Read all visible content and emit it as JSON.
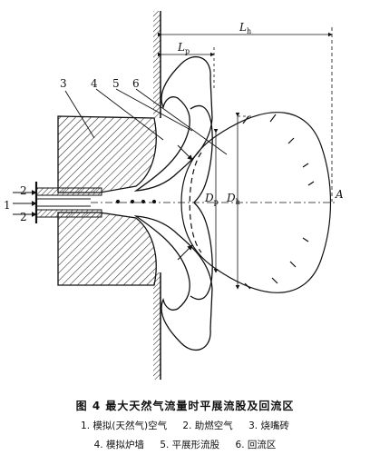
{
  "labels": {
    "n1": "1",
    "n2a": "2",
    "n2b": "2",
    "n3": "3",
    "n4": "4",
    "n5": "5",
    "n6": "6",
    "Lh": "L",
    "Lh_sub": "h",
    "Lp": "L",
    "Lp_sub": "p",
    "Dp": "D",
    "Dp_sub": "p",
    "Dh": "D",
    "Dh_sub": "h",
    "A": "A"
  },
  "caption": {
    "title": "图 4   最大天然气流量时平展流股及回流区",
    "items": [
      [
        "1. 模拟(天然气)空气",
        "2. 助燃空气",
        "3. 烧嘴砖"
      ],
      [
        "4. 模拟炉墙",
        "5. 平展形流股",
        "6. 回流区"
      ]
    ]
  }
}
